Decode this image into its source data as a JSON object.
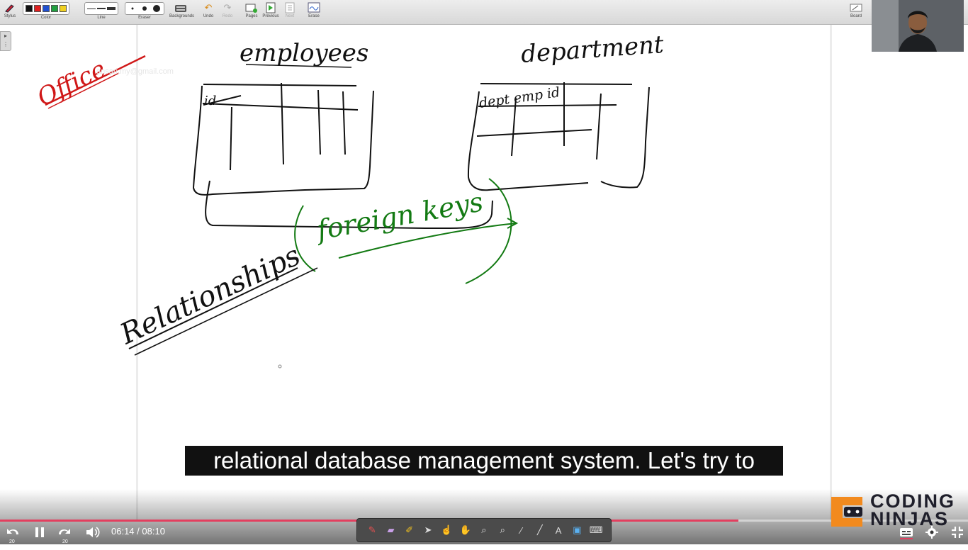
{
  "toolbar": {
    "stylus": "Stylus",
    "color": "Color",
    "line": "Line",
    "eraser": "Eraser",
    "backgrounds": "Backgrounds",
    "undo": "Undo",
    "redo": "Redo",
    "pages": "Pages",
    "previous": "Previous",
    "next": "Next",
    "erase": "Erase",
    "board": "Board",
    "colors": [
      "#111111",
      "#e02020",
      "#2050d0",
      "#20a040",
      "#f0d020"
    ]
  },
  "whiteboard": {
    "watermark": "ansari.my@gmail.com",
    "office": "Office",
    "employee_heading": "employees",
    "department_heading": "department",
    "employee_col_id": "id",
    "department_cols": "dept emp id",
    "foreign_keys": "foreign keys",
    "relationships": "Relationships"
  },
  "caption": "relational database management system. Let's try to",
  "player": {
    "current_time": "06:14",
    "duration": "08:10",
    "separator": " / ",
    "progress": 0.763,
    "skip_back": "20",
    "skip_forward": "20",
    "accent": "#e33f5f"
  },
  "brand": {
    "line1": "CODING",
    "line2": "NINJAS",
    "color": "#f28a1e"
  }
}
